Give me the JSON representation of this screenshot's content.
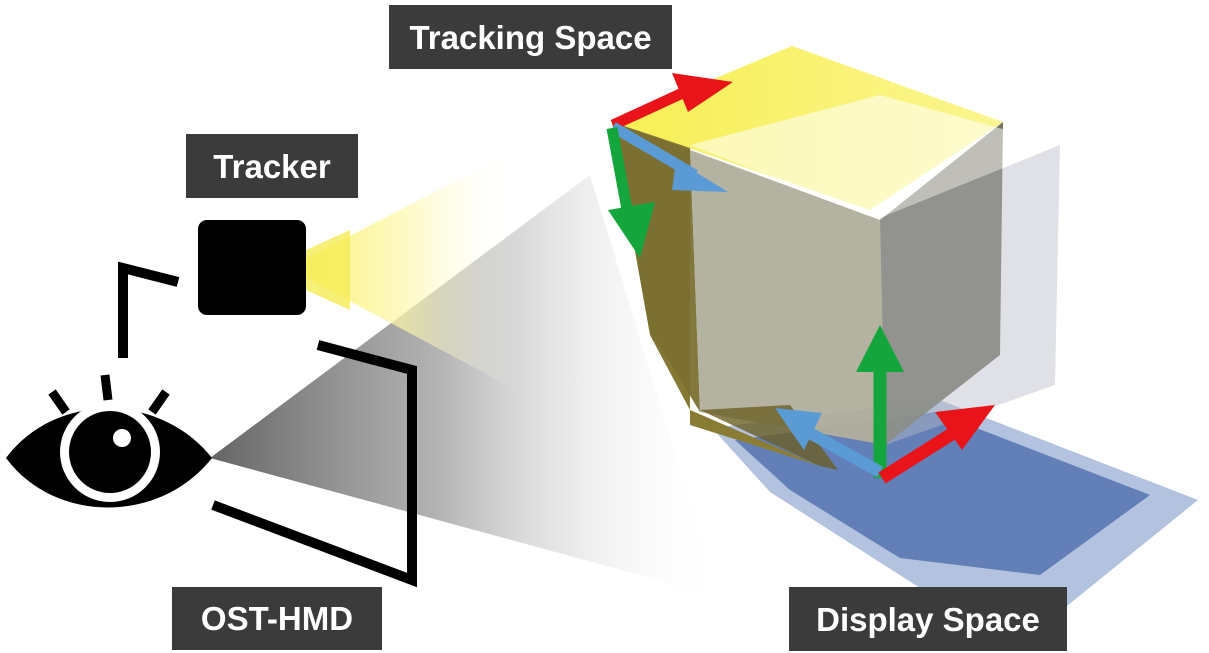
{
  "labels": {
    "tracking_space": "Tracking Space",
    "tracker": "Tracker",
    "ost_hmd": "OST-HMD",
    "display_space": "Display Space"
  },
  "colors": {
    "label_background": "#3b3b3b",
    "label_text": "#ffffff",
    "axis_x": "#e8141a",
    "axis_y": "#14a53c",
    "axis_z": "#5b9bd5",
    "tracking_cube": "#8a7d2e",
    "tracking_plane": "#f7f040",
    "display_plane": "#5a78b4",
    "icons": "#000000"
  },
  "icons": [
    "eye-icon",
    "tracker-camera-icon",
    "hmd-frame-icon"
  ]
}
